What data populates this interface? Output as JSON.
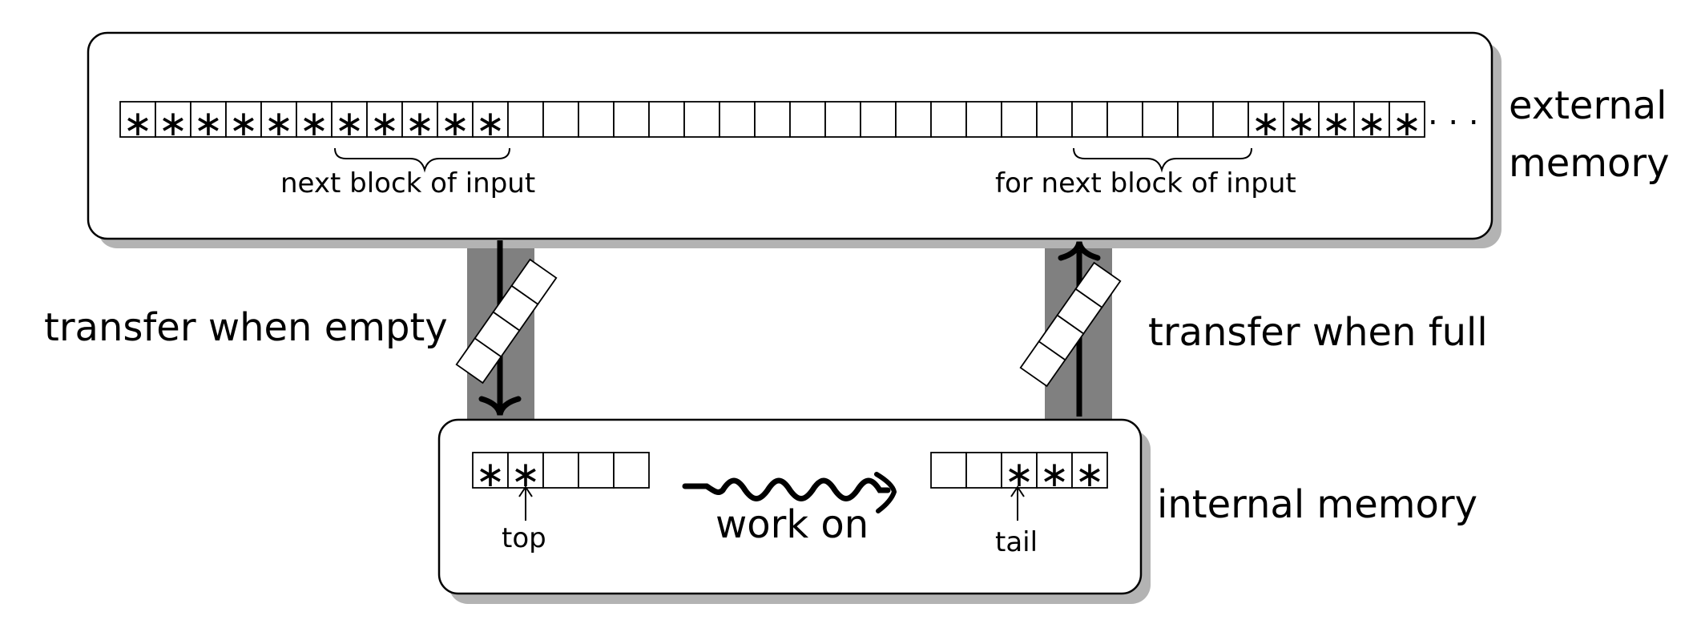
{
  "diagram": {
    "external_memory": {
      "label_line1": "external",
      "label_line2": "memory",
      "ellipsis": ". . .",
      "star_symbol": "∗",
      "brace_left_label": "next block of input",
      "brace_right_label": "for next block of input"
    },
    "internal_memory": {
      "label": "internal memory",
      "star_symbol": "∗",
      "top_label": "top",
      "tail_label": "tail",
      "work_label": "work on"
    },
    "transfers": {
      "left_label": "transfer when empty",
      "right_label": "transfer when full"
    },
    "colors": {
      "shadow": "#b3b3b3",
      "channel": "#808080",
      "stroke": "#000000",
      "fill": "#ffffff"
    }
  }
}
